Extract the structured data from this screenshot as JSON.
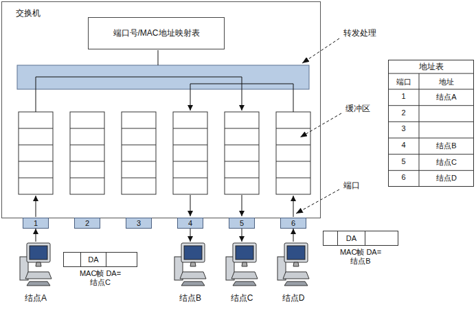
{
  "diagram": {
    "nodes": [
      {
        "text": [
          "交换机"
        ]
      },
      {
        "text": [
          "端口号/MAC地址映射表"
        ],
        "in": 0
      },
      {
        "text": [
          "1"
        ],
        "in": 0
      },
      {
        "text": [
          "2"
        ],
        "in": 0
      },
      {
        "text": [
          "3"
        ],
        "in": 0
      },
      {
        "text": [
          "4"
        ],
        "in": 0
      },
      {
        "text": [
          "5"
        ],
        "in": 0
      },
      {
        "text": [
          "6"
        ],
        "in": 0
      },
      {
        "text": [
          "结点A"
        ]
      },
      {
        "text": [
          "结点B"
        ]
      },
      {
        "text": [
          "结点C"
        ]
      },
      {
        "text": [
          "结点D"
        ]
      },
      {
        "text": [
          "DA",
          "MAC帧 DA=结点C"
        ]
      },
      {
        "text": [
          "DA",
          "MAC帧 DA=结点B"
        ]
      },
      {
        "text": [
          "地址表"
        ]
      }
    ],
    "edges": [
      {
        "from": 8,
        "to": 2,
        "arrow": "to"
      },
      {
        "from": 5,
        "to": 9,
        "arrow": "to"
      },
      {
        "from": 6,
        "to": 10,
        "arrow": "to"
      },
      {
        "from": 11,
        "to": 7,
        "arrow": "to"
      }
    ],
    "labels": [
      "转发处理",
      "缓冲区",
      "端口",
      "端口",
      "地址",
      "1",
      "结点A",
      "2",
      "3",
      "4",
      "结点B",
      "5",
      "结点C",
      "6",
      "结点D"
    ]
  }
}
